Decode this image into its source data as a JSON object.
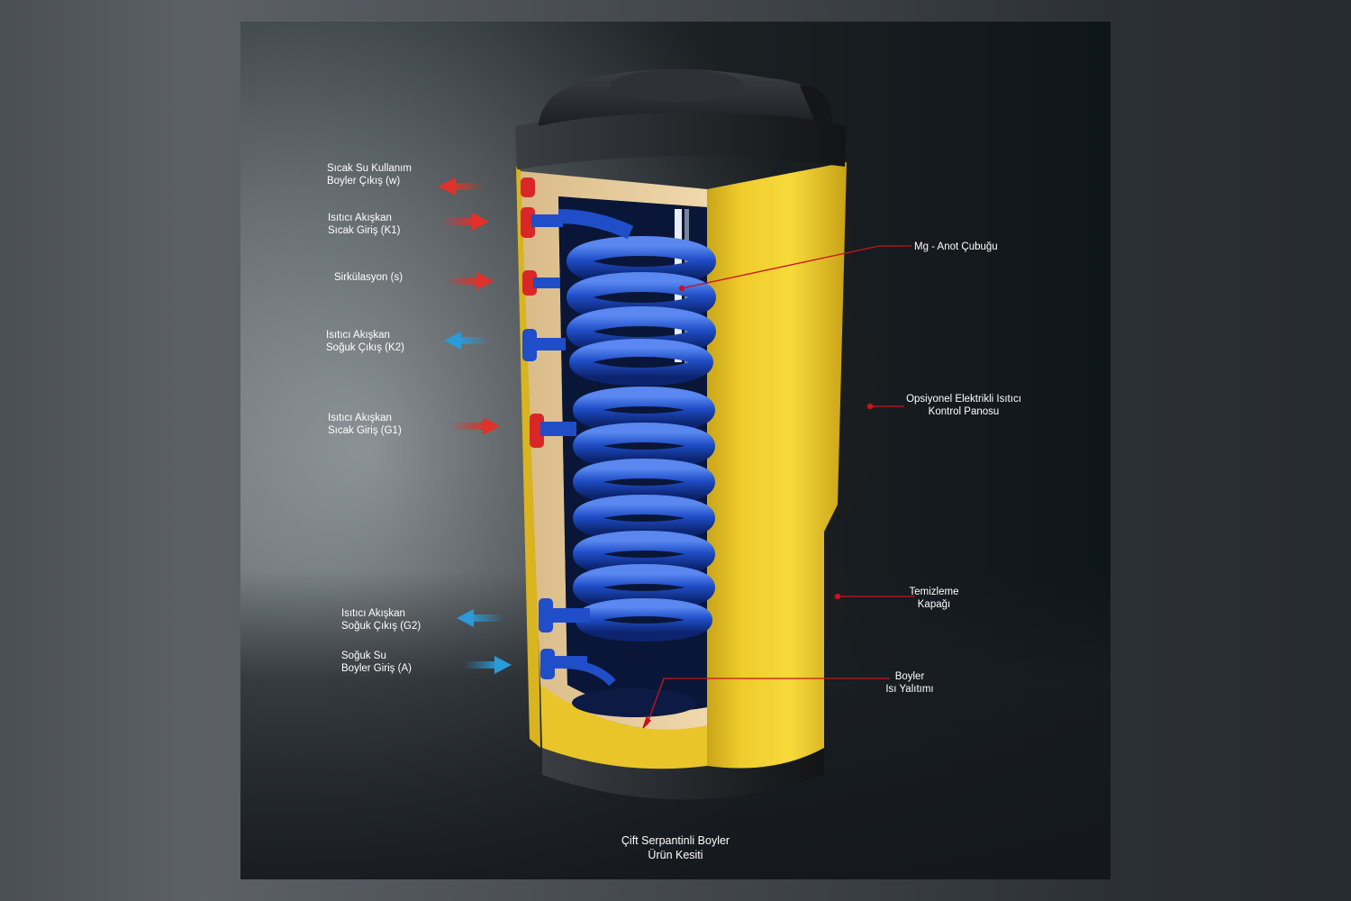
{
  "colors": {
    "tank_yellow": "#f5d232",
    "insulation": "#e8cc9e",
    "coil_blue": "#1f4ec8",
    "tank_black": "#23272a",
    "arrow_red": "#e0322a",
    "arrow_blue": "#2a9ad8",
    "leader_red": "#c8141c"
  },
  "labels": {
    "hot_out": {
      "line1": "Sıcak Su Kullanım",
      "line2": "Boyler Çıkış (w)"
    },
    "k1": {
      "line1": "Isıtıcı Akışkan",
      "line2": "Sıcak Giriş (K1)"
    },
    "s": {
      "line1": "Sirkülasyon (s)"
    },
    "k2": {
      "line1": "Isıtıcı Akışkan",
      "line2": "Soğuk Çıkış (K2)"
    },
    "g1": {
      "line1": "Isıtıcı Akışkan",
      "line2": "Sıcak Giriş (G1)"
    },
    "g2": {
      "line1": "Isıtıcı Akışkan",
      "line2": "Soğuk Çıkış (G2)"
    },
    "a": {
      "line1": "Soğuk Su",
      "line2": "Boyler Giriş (A)"
    },
    "anode": {
      "line1": "Mg - Anot Çubuğu"
    },
    "panel": {
      "line1": "Opsiyonel Elektrikli Isıtıcı",
      "line2": "Kontrol Panosu"
    },
    "cleaning": {
      "line1": "Temizleme",
      "line2": "Kapağı"
    },
    "insulation": {
      "line1": "Boyler",
      "line2": "Isı Yalıtımı"
    }
  },
  "caption": {
    "line1": "Çift Serpantinli Boyler",
    "line2": "Ürün Kesiti"
  },
  "flows": [
    {
      "port": "w",
      "direction": "out",
      "color": "red"
    },
    {
      "port": "K1",
      "direction": "in",
      "color": "red"
    },
    {
      "port": "s",
      "direction": "in",
      "color": "red"
    },
    {
      "port": "K2",
      "direction": "out",
      "color": "blue"
    },
    {
      "port": "G1",
      "direction": "in",
      "color": "red"
    },
    {
      "port": "G2",
      "direction": "out",
      "color": "blue"
    },
    {
      "port": "A",
      "direction": "in",
      "color": "blue"
    }
  ]
}
